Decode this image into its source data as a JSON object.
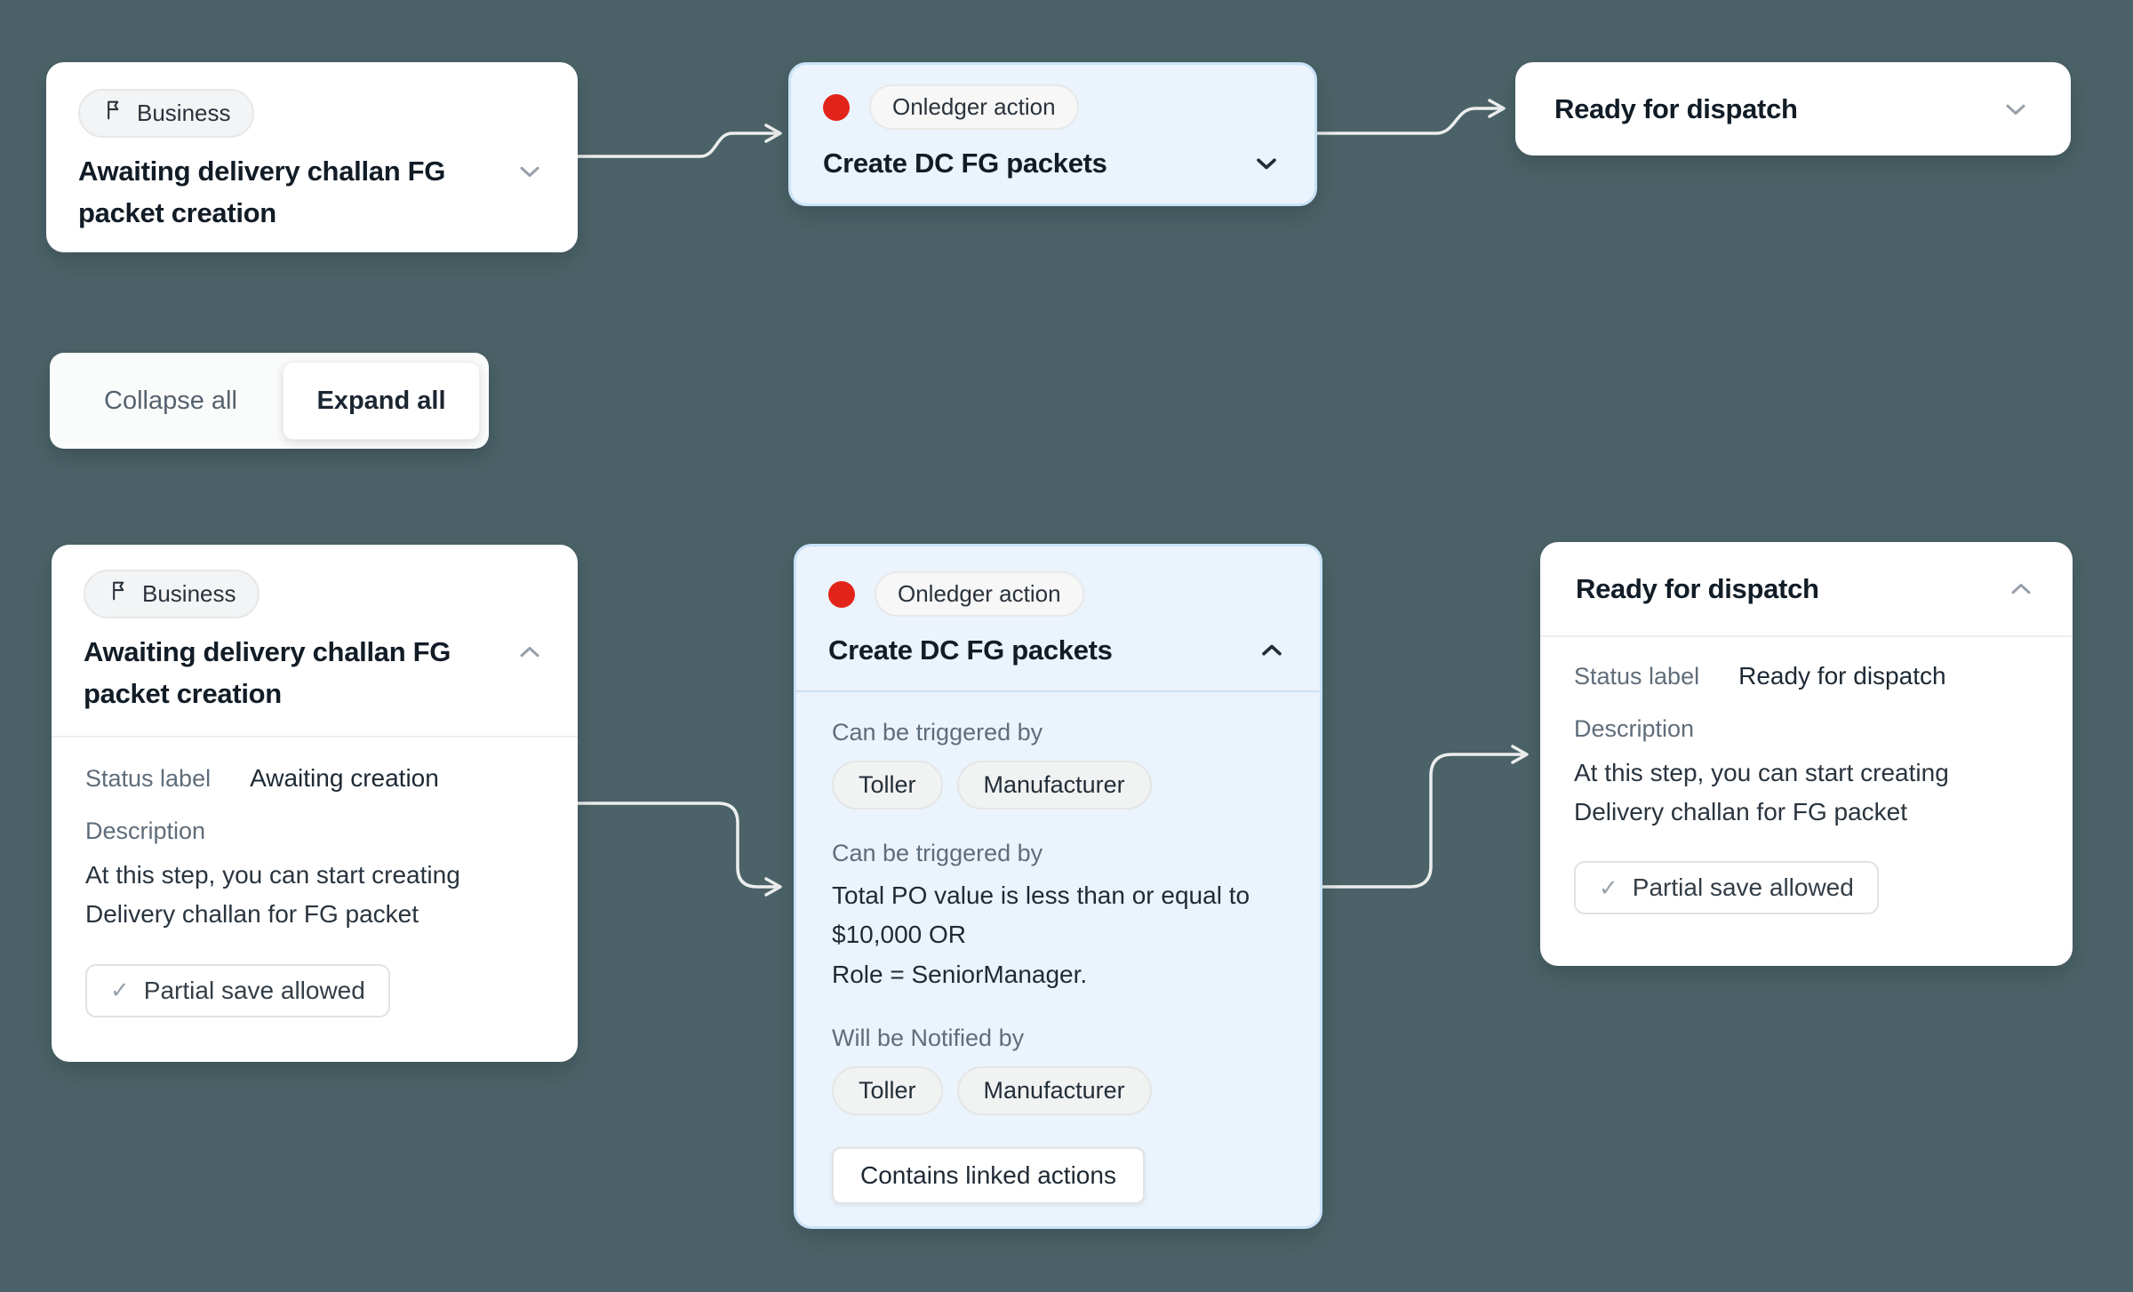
{
  "colors": {
    "background": "#4b6368",
    "card_blue_bg": "#ebf3fc",
    "card_blue_border": "#c9e3f7",
    "red_dot": "#e2231a",
    "connector": "#eceeee",
    "title_text": "#111c26",
    "label_text": "#5f6d7a"
  },
  "icons": {
    "check": "✓"
  },
  "toggle": {
    "collapse_label": "Collapse all",
    "expand_label": "Expand all"
  },
  "collapsed_flow": {
    "start": {
      "badge": "Business",
      "title": "Awaiting delivery challan FG packet creation"
    },
    "action": {
      "badge": "Onledger action",
      "title": "Create DC FG packets"
    },
    "end": {
      "title": "Ready for dispatch"
    }
  },
  "expanded_flow": {
    "start": {
      "badge": "Business",
      "title": "Awaiting delivery challan FG packet creation",
      "status_label": "Status label",
      "status_value": "Awaiting creation",
      "description_label": "Description",
      "description": "At this step, you can start creating Delivery challan for FG packet",
      "partial_save": "Partial save allowed"
    },
    "action": {
      "badge": "Onledger action",
      "title": "Create DC FG packets",
      "triggered_by_label": "Can be triggered by",
      "triggered_roles": [
        "Toller",
        "Manufacturer"
      ],
      "condition_label": "Can be triggered by",
      "condition_line1": "Total PO value is less than or equal to $10,000 OR",
      "condition_line2": "Role = SeniorManager.",
      "notified_label": "Will be Notified by",
      "notified_roles": [
        "Toller",
        "Manufacturer"
      ],
      "linked_actions": "Contains linked actions"
    },
    "end": {
      "title": "Ready for dispatch",
      "status_label": "Status label",
      "status_value": "Ready for dispatch",
      "description_label": "Description",
      "description": "At this step, you can start creating Delivery challan for FG packet",
      "partial_save": "Partial save allowed"
    }
  }
}
